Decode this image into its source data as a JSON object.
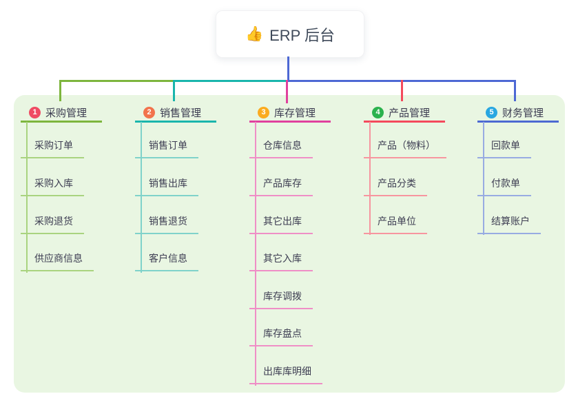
{
  "root": {
    "icon": {
      "name": "thumbs-up-icon",
      "char": "👍"
    },
    "title": "ERP 后台"
  },
  "colors": {
    "panel_background": "#e9f6e2",
    "trunk_line": "#4d68d4",
    "topic_text": "#3b3b50",
    "sub_text": "#3d3d52"
  },
  "branches": [
    {
      "number": "1",
      "label": "采购管理",
      "badge_color": "#ef4b63",
      "line_color": "#7db53d",
      "sub_line_color": "#a9d37f",
      "children": [
        "采购订单",
        "采购入库",
        "采购退货",
        "供应商信息"
      ]
    },
    {
      "number": "2",
      "label": "销售管理",
      "badge_color": "#f2734c",
      "line_color": "#19b5ac",
      "sub_line_color": "#7fd2ca",
      "children": [
        "销售订单",
        "销售出库",
        "销售退货",
        "客户信息"
      ]
    },
    {
      "number": "3",
      "label": "库存管理",
      "badge_color": "#fbab1f",
      "line_color": "#e0409e",
      "sub_line_color": "#ef8ec6",
      "children": [
        "仓库信息",
        "产品库存",
        "其它出库",
        "其它入库",
        "库存调拨",
        "库存盘点",
        "出库库明细"
      ]
    },
    {
      "number": "4",
      "label": "产品管理",
      "badge_color": "#2bb24d",
      "line_color": "#f4495c",
      "sub_line_color": "#f7959f",
      "children": [
        "产品（物料）",
        "产品分类",
        "产品单位"
      ]
    },
    {
      "number": "5",
      "label": "财务管理",
      "badge_color": "#29a7e1",
      "line_color": "#4c69d2",
      "sub_line_color": "#97abe2",
      "children": [
        "回款单",
        "付款单",
        "结算账户"
      ]
    }
  ]
}
